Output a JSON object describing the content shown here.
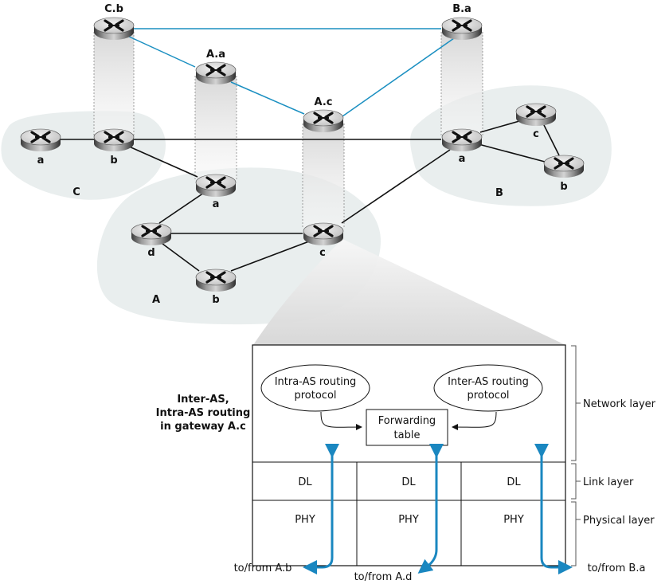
{
  "upper_routers": {
    "Cb": "C.b",
    "Aa": "A.a",
    "Ac": "A.c",
    "Ba": "B.a"
  },
  "as_C": {
    "name": "C",
    "routers": {
      "a": "a",
      "b": "b"
    }
  },
  "as_A": {
    "name": "A",
    "routers": {
      "a": "a",
      "b": "b",
      "c": "c",
      "d": "d"
    }
  },
  "as_B": {
    "name": "B",
    "routers": {
      "a": "a",
      "b": "b",
      "c": "c"
    }
  },
  "gateway": {
    "caption_lines": [
      "Inter-AS,",
      "Intra-AS routing",
      "in gateway A.c"
    ],
    "intra_protocol": [
      "Intra-AS routing",
      "protocol"
    ],
    "inter_protocol": [
      "Inter-AS routing",
      "protocol"
    ],
    "forwarding_table": [
      "Forwarding",
      "table"
    ],
    "dl_cells": [
      "DL",
      "DL",
      "DL"
    ],
    "phy_cells": [
      "PHY",
      "PHY",
      "PHY"
    ],
    "layers": {
      "network": "Network layer",
      "link": "Link layer",
      "physical": "Physical layer"
    },
    "links": {
      "to_Ab": "to/from A.b",
      "to_Ad": "to/from A.d",
      "to_Ba": "to/from B.a"
    }
  },
  "colors": {
    "inter_as_link": "#1a8fc1",
    "as_region": "#e9eeee",
    "arrow": "#1a87c0"
  }
}
